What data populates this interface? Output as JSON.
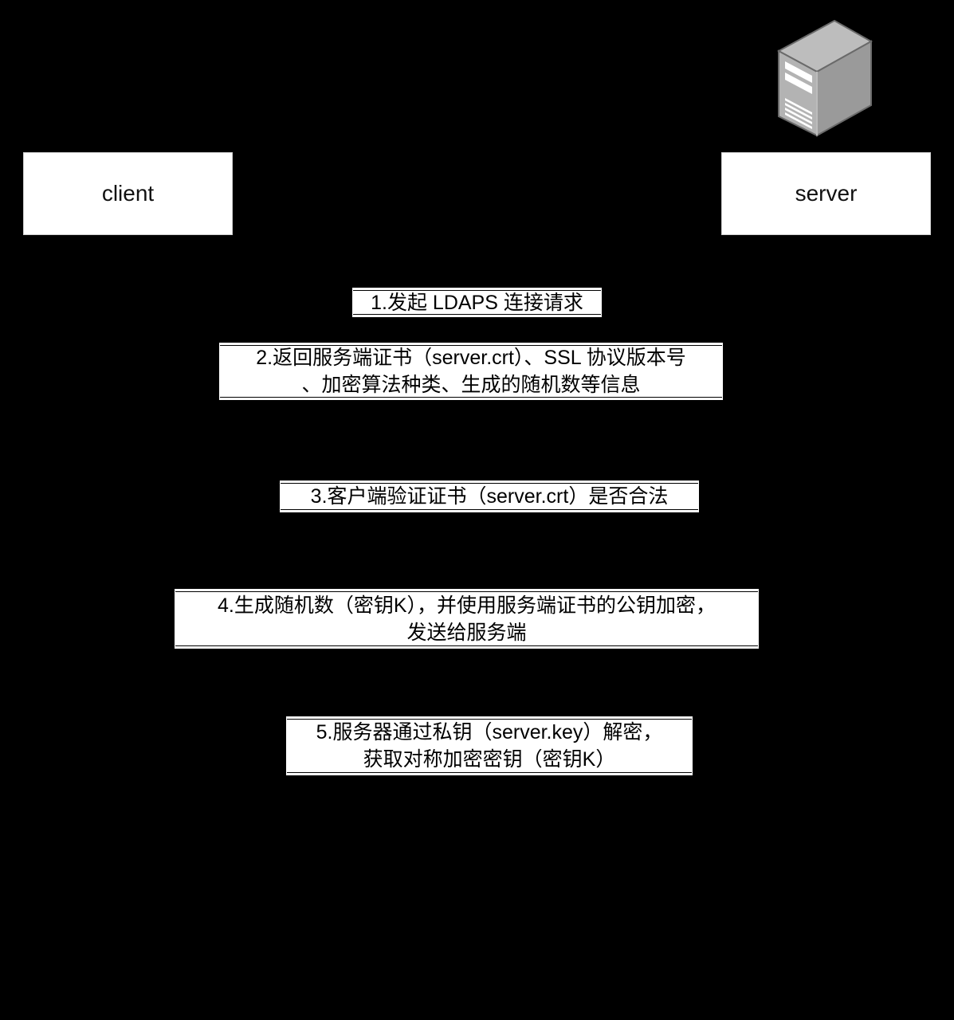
{
  "diagram": {
    "type": "sequence",
    "background": "#000000",
    "nodes": [
      {
        "id": "client",
        "label": "client"
      },
      {
        "id": "server",
        "label": "server",
        "icon": "server-tower-icon"
      }
    ],
    "steps": [
      {
        "from": "client",
        "to": "server",
        "lines": [
          "1.发起 LDAPS 连接请求"
        ]
      },
      {
        "from": "server",
        "to": "client",
        "lines": [
          "2.返回服务端证书（server.crt）、SSL 协议版本号",
          "、加密算法种类、生成的随机数等信息"
        ]
      },
      {
        "from": "client",
        "to": "client",
        "lines": [
          "3.客户端验证证书（server.crt）是否合法"
        ]
      },
      {
        "from": "client",
        "to": "server",
        "lines": [
          "4.生成随机数（密钥K），并使用服务端证书的公钥加密，",
          "发送给服务端"
        ]
      },
      {
        "from": "server",
        "to": "server",
        "lines": [
          "5.服务器通过私钥（server.key）解密，",
          "获取对称加密密钥（密钥K）"
        ]
      }
    ]
  }
}
